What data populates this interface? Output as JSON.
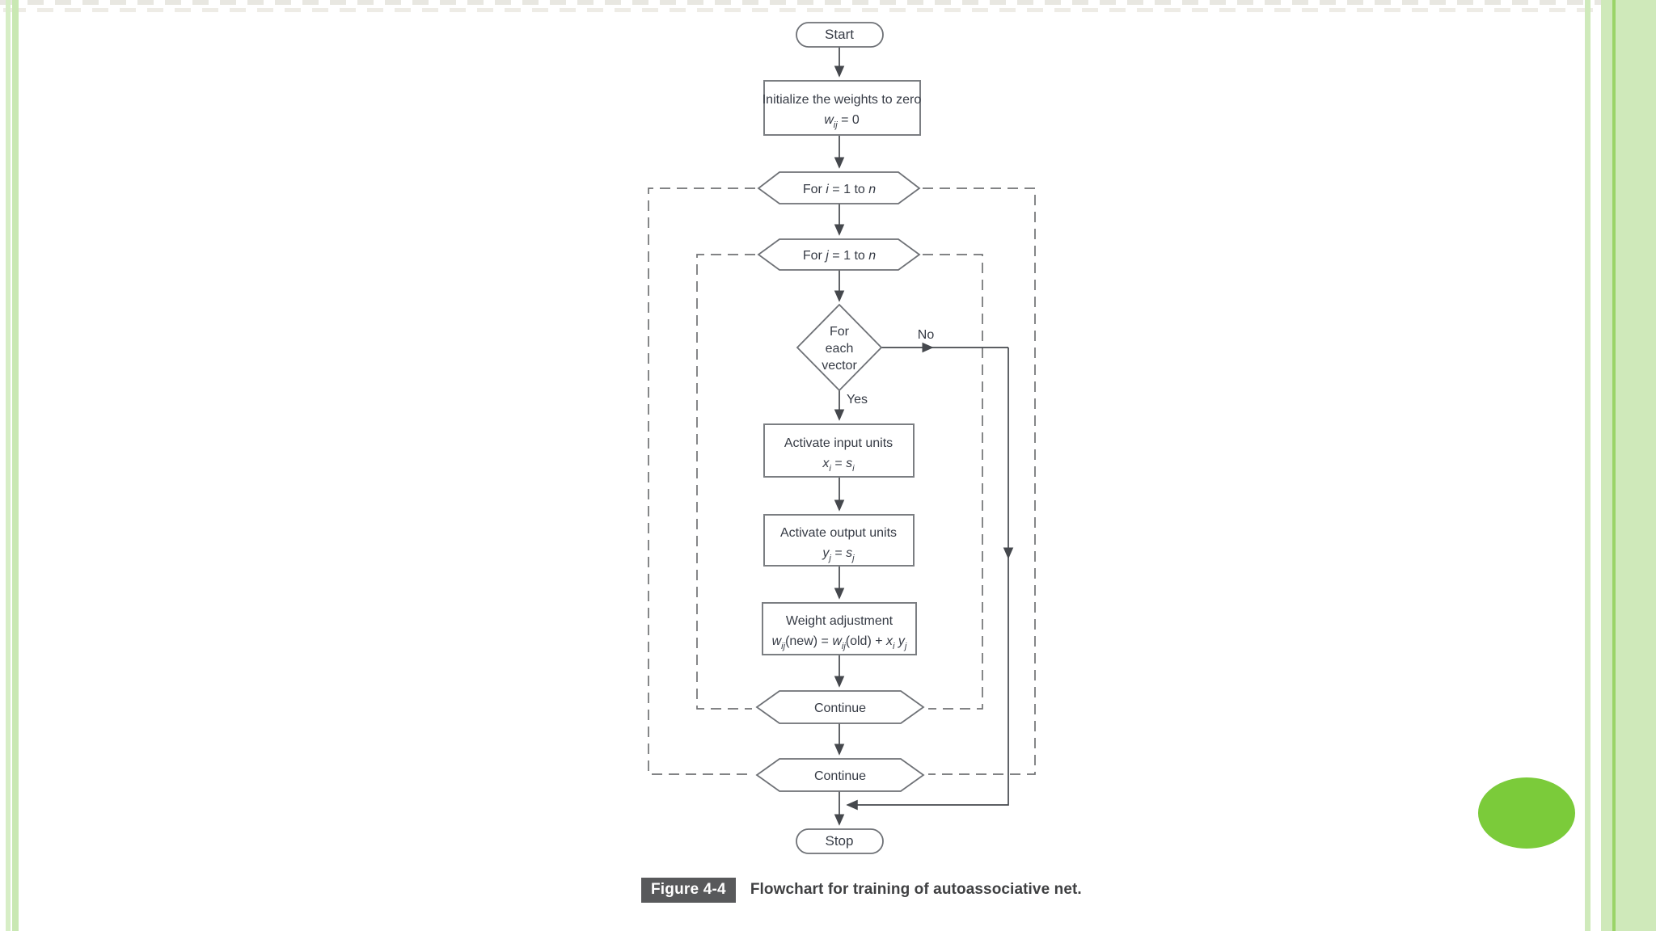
{
  "slide": {
    "caption": {
      "badge": "Figure 4-4",
      "text": "Flowchart for training of autoassociative net."
    },
    "colors": {
      "accent_ellipse": "#7bcb3a",
      "side_stripe_light": "#cfe9ba",
      "side_stripe_line": "#9ad468",
      "diagram_line": "#45484d",
      "box_border": "#7b7e82",
      "text": "#363b45",
      "caption_badge_bg": "#58595b"
    }
  },
  "flowchart": {
    "start": "Start",
    "init": {
      "line1": "Initialize the weights to zero",
      "formula": "*w*_{ij} = 0"
    },
    "loop_i": "For *i* = 1 to *n*",
    "loop_j": "For *j* = 1 to *n*",
    "decision": {
      "line1": "For",
      "line2": "each",
      "line3": "vector"
    },
    "yes": "Yes",
    "no": "No",
    "input": {
      "line1": "Activate input units",
      "formula": "*x*_{i} = *s*_{i}"
    },
    "output": {
      "line1": "Activate output units",
      "formula": "*y*_{j} = *s*_{j}"
    },
    "weight": {
      "line1": "Weight adjustment",
      "formula": "*w*_{ij}(new) = *w*_{ij}(old) + *x*_{i} *y*_{j}"
    },
    "continue1": "Continue",
    "continue2": "Continue",
    "stop": "Stop"
  }
}
